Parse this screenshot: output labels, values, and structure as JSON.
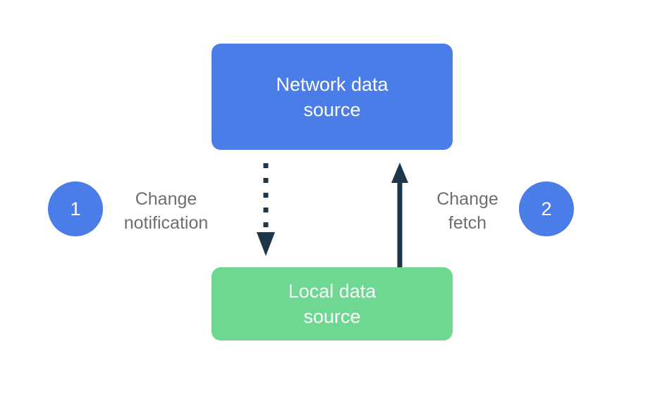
{
  "diagram": {
    "network_box": {
      "label": "Network data source"
    },
    "local_box": {
      "label": "Local data source"
    },
    "step1": {
      "number": "1",
      "label": "Change notification"
    },
    "step2": {
      "number": "2",
      "label": "Change fetch"
    },
    "colors": {
      "blue": "#4b7de8",
      "green": "#6ed791",
      "arrow": "#1d3649",
      "label-text": "#6e6e6e",
      "box-text": "#ffffff"
    }
  }
}
